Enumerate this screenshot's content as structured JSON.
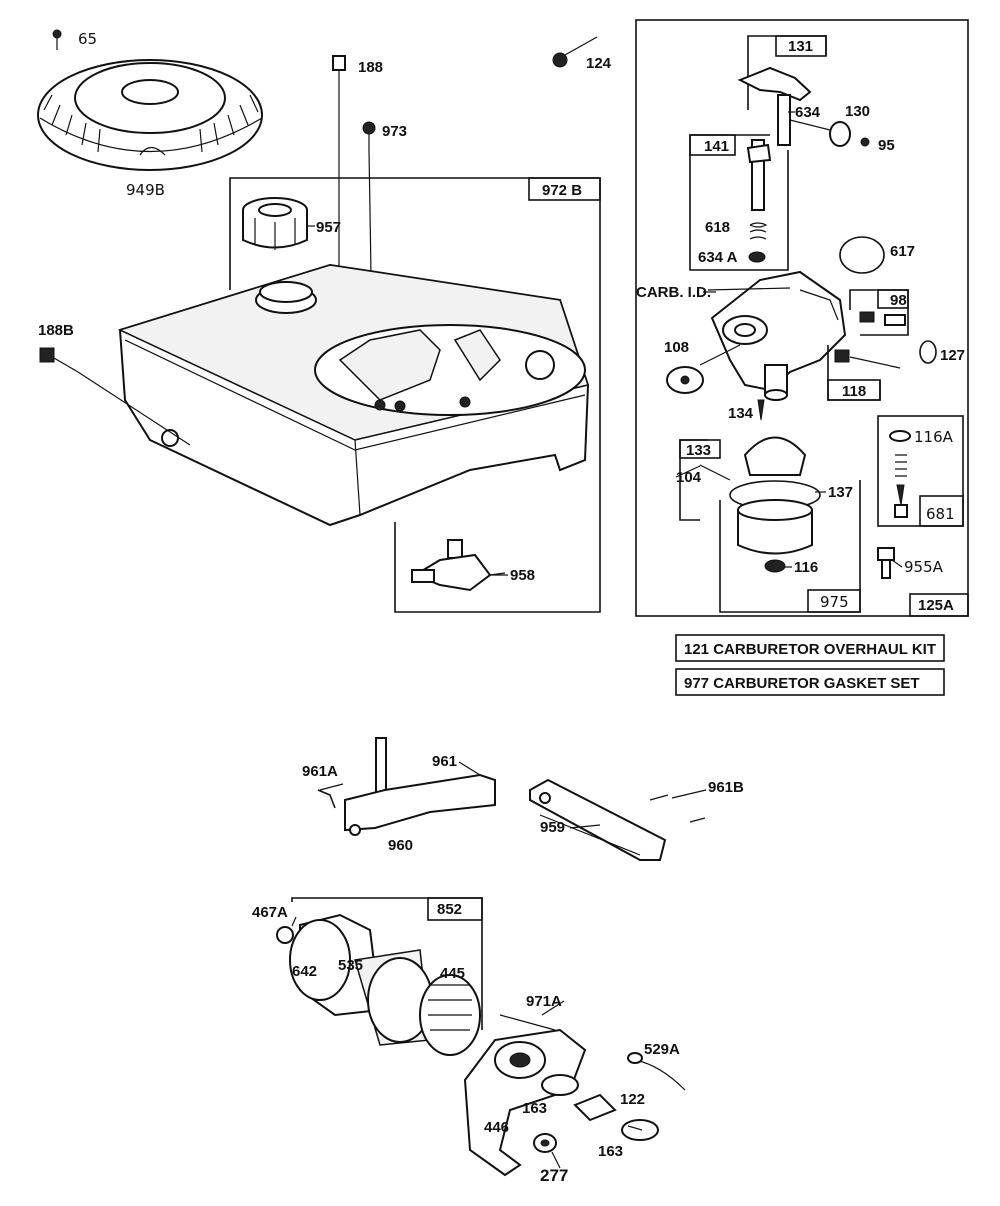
{
  "parts": {
    "p65": "65",
    "p949B": "949B",
    "p188": "188",
    "p973": "973",
    "p124": "124",
    "p957": "957",
    "p972B": "972 B",
    "p188B": "188B",
    "p958": "958",
    "p131": "131",
    "p634": "634",
    "p130": "130",
    "p95": "95",
    "p141": "141",
    "p618": "618",
    "p634A": "634 A",
    "p617": "617",
    "carb_id": "CARB. I.D.",
    "p98": "98",
    "p108": "108",
    "p127": "127",
    "p118": "118",
    "p134": "134",
    "p116A": "116A",
    "p133": "133",
    "p104": "104",
    "p137": "137",
    "p681": "681",
    "p116": "116",
    "p955A": "955A",
    "p975": "975",
    "p125A": "125A",
    "p961A": "961A",
    "p961": "961",
    "p961B": "961B",
    "p959": "959",
    "p960": "960",
    "p467A": "467A",
    "p852": "852",
    "p642": "642",
    "p535": "535",
    "p445": "445",
    "p971A": "971A",
    "p529A": "529A",
    "p122": "122",
    "p163a": "163",
    "p446": "446",
    "p163b": "163",
    "p277": "277"
  },
  "kits": {
    "overhaul": "121  CARBURETOR OVERHAUL KIT",
    "gasket": "977  CARBURETOR GASKET SET"
  }
}
